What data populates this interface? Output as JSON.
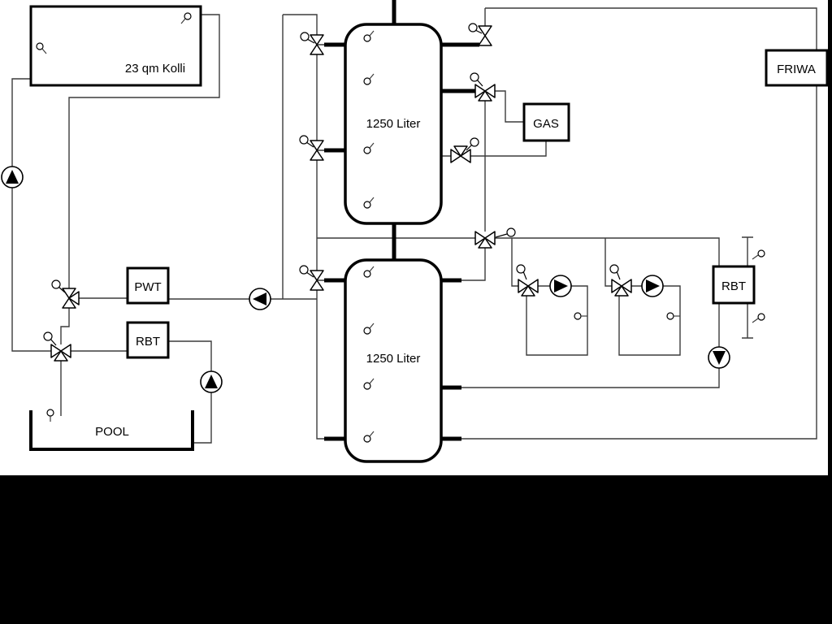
{
  "labels": {
    "collector": "23 qm Kolli",
    "tank_upper": "1250 Liter",
    "tank_lower": "1250 Liter",
    "gas": "GAS",
    "friwa": "FRIWA",
    "pwt": "PWT",
    "rbt_left": "RBT",
    "rbt_right": "RBT",
    "pool": "POOL"
  },
  "symbols": {
    "pump": "circle with solid black triangle showing flow direction",
    "three_way_valve": "bowtie of hollow triangles with third triangle and small actuator circle",
    "sensor": "small hollow circle with short tick line"
  },
  "colors": {
    "background": "#ffffff",
    "pipe": "#3c3c3c",
    "component_stroke": "#000000",
    "footer": "#000000"
  }
}
